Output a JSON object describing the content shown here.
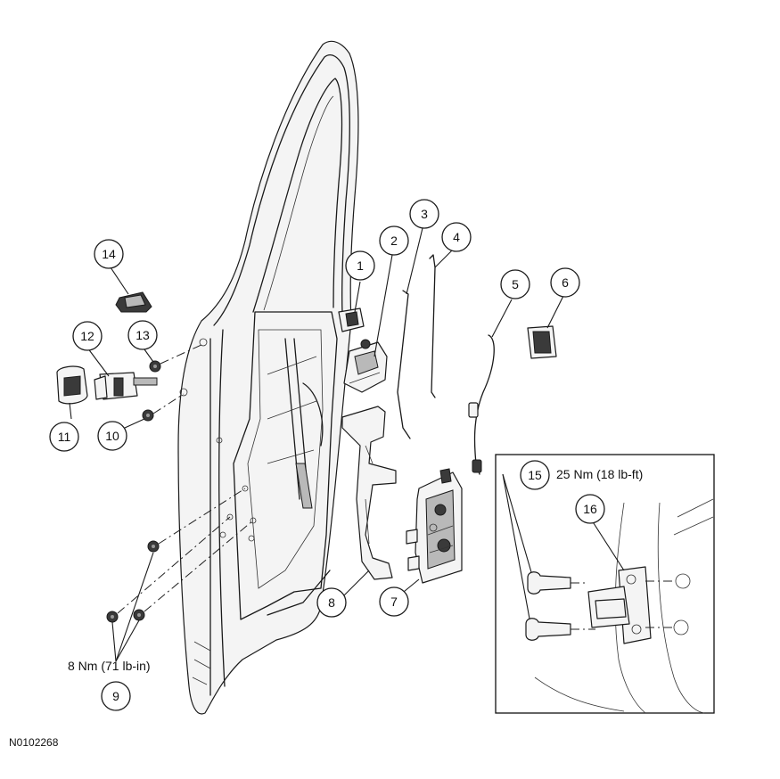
{
  "figure_id": "N0102268",
  "torque_specs": {
    "door_nuts": "8 Nm (71 lb-in)",
    "hinge_bolts": "25 Nm (18 lb-ft)"
  },
  "callouts": [
    "1",
    "2",
    "3",
    "4",
    "5",
    "6",
    "7",
    "8",
    "9",
    "10",
    "11",
    "12",
    "13",
    "14",
    "15",
    "16"
  ]
}
